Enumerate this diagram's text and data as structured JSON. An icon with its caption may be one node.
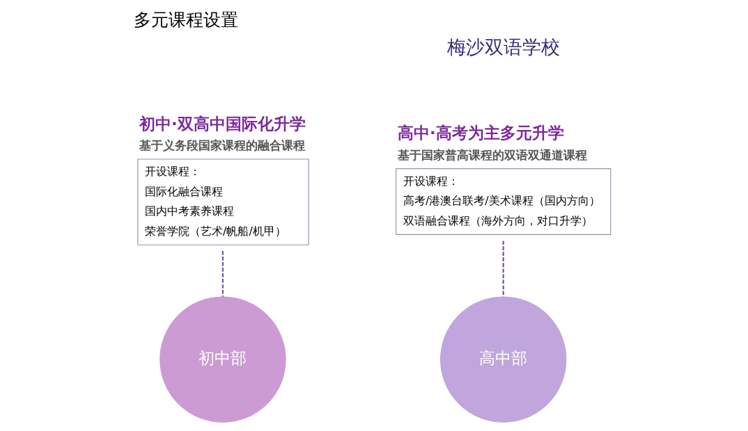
{
  "diagram": {
    "title": "多元课程设置",
    "nodes": [
      {
        "text": [
          "初中·双高中国际化升学",
          "基于义务段国家课程的融合课程",
          "开设课程：",
          "国际化融合课程",
          "国内中考素养课程",
          "荣誉学院（艺术/帆船/机甲）"
        ]
      },
      {
        "text": [
          "高中·高考为主多元升学",
          "基于国家普高课程的双语双通道课程",
          "开设课程：",
          "高考/港澳台联考/美术课程（国内方向）",
          "双语融合课程（海外方向，对口升学）"
        ]
      },
      {
        "text": [
          "初中部"
        ]
      },
      {
        "text": [
          "高中部"
        ]
      }
    ],
    "edges": [
      {
        "from": 0,
        "to": 2,
        "arrow": "none",
        "style": "dashed"
      },
      {
        "from": 1,
        "to": 3,
        "arrow": "none",
        "style": "dashed"
      }
    ],
    "labels": [
      "梅沙双语学校"
    ]
  }
}
